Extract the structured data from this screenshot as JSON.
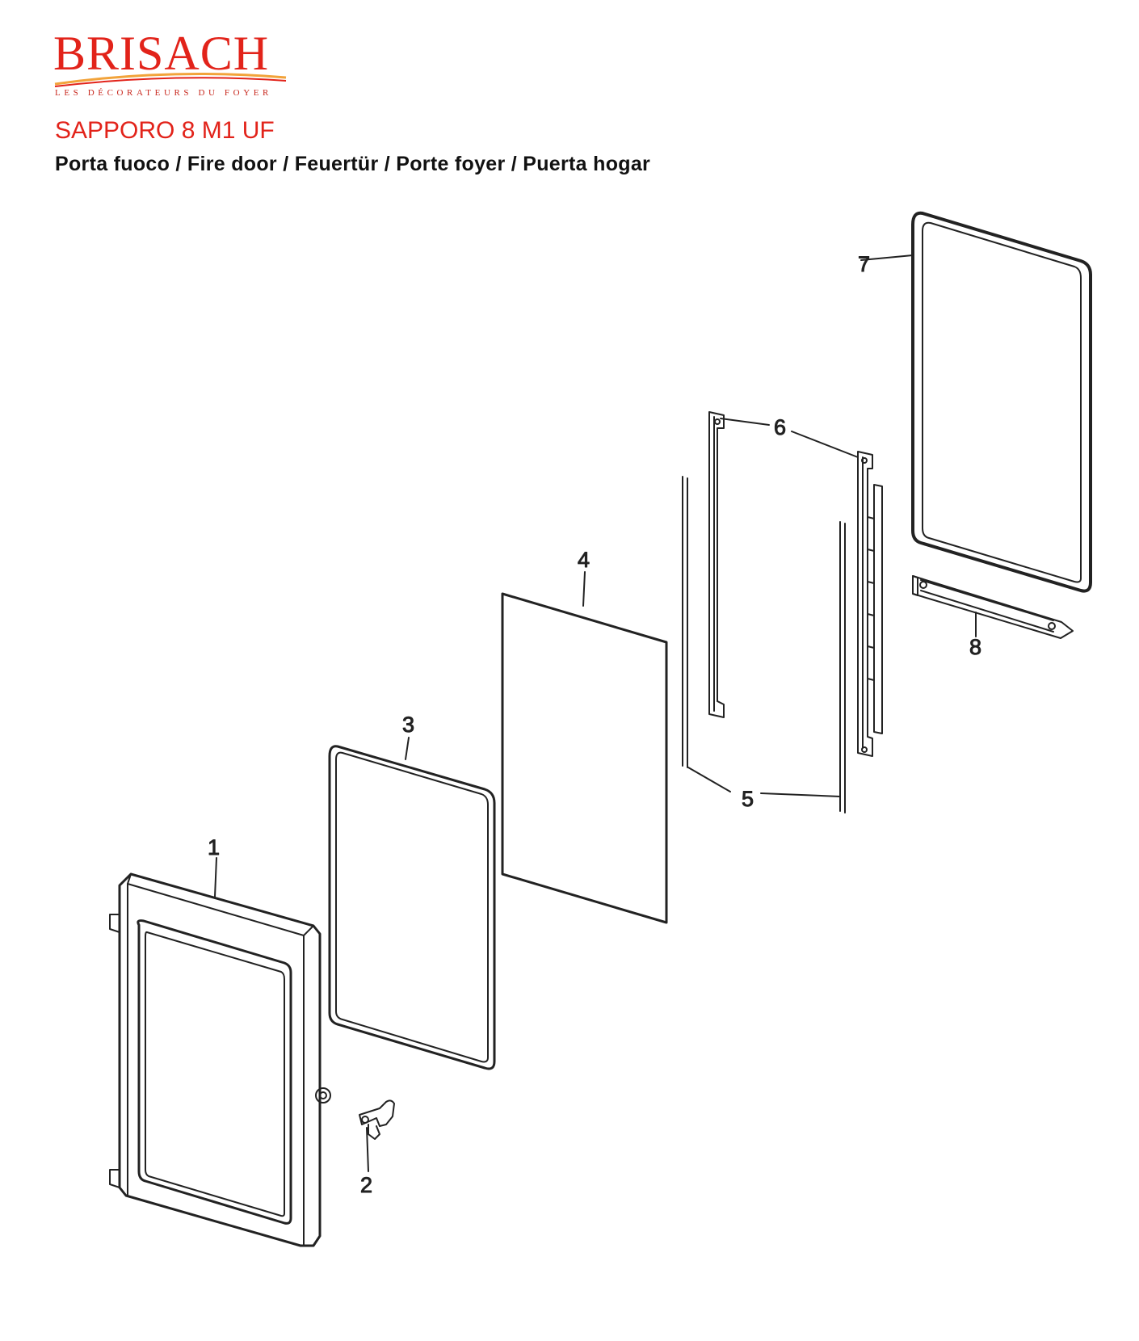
{
  "logo": {
    "brand": "BRISACH",
    "tagline": "LES DÉCORATEURS DU FOYER",
    "color": "#e2231a"
  },
  "header": {
    "model": "SAPPORO 8 M1 UF",
    "subtitle": "Porta fuoco / Fire door / Feuertür / Porte foyer / Puerta hogar"
  },
  "callouts": {
    "c1": "1",
    "c2": "2",
    "c3": "3",
    "c4": "4",
    "c5": "5",
    "c6": "6",
    "c7": "7",
    "c8": "8"
  }
}
